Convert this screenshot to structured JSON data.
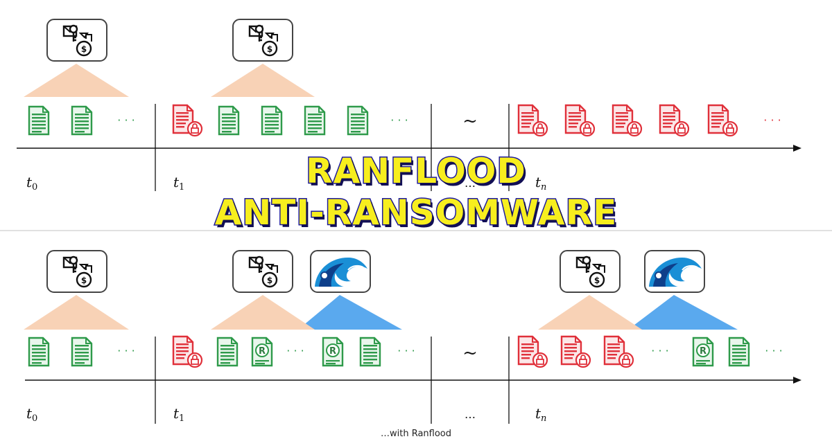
{
  "banner": {
    "line1": "RANFLOOD",
    "line2": "ANTI-RANSOMWARE"
  },
  "icons": {
    "attacker": "key-and-money-bag-icon",
    "defender": "wave-icon",
    "clean_file": "green-document-icon",
    "encrypted_file": "red-locked-document-icon",
    "flood_file": "green-r-document-icon"
  },
  "colors": {
    "clean": "#2e9a4a",
    "encrypted": "#e0303a",
    "attack_cone": "#f8d2b6",
    "flood_cone": "#5aa9ee",
    "axis": "#111111"
  },
  "top_panel": {
    "time_labels": [
      {
        "t": "t",
        "sub": "0"
      },
      {
        "t": "t",
        "sub": "1"
      },
      {
        "t": "t",
        "sub": "n"
      }
    ],
    "gap_symbols": [
      "~",
      "…"
    ],
    "ellipses": [
      "· · ·",
      "· · ·",
      "· · ·"
    ]
  },
  "bottom_panel": {
    "time_labels": [
      {
        "t": "t",
        "sub": "0"
      },
      {
        "t": "t",
        "sub": "1"
      },
      {
        "t": "t",
        "sub": "n"
      }
    ],
    "gap_symbols": [
      "~",
      "…"
    ],
    "ellipses": [
      "· · ·",
      "· · ·",
      "· · ·",
      "· · ·",
      "· · ·"
    ]
  },
  "caption": "…with Ranflood"
}
